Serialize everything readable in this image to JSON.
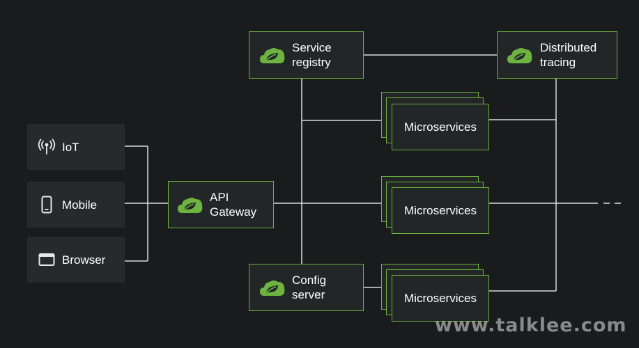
{
  "colors": {
    "background": "#191b1c",
    "accent": "#6db33f",
    "box_fill": "#222627",
    "line": "#d9d9d9",
    "text": "#ffffff"
  },
  "clients": [
    {
      "label": "IoT",
      "icon": "antenna-icon"
    },
    {
      "label": "Mobile",
      "icon": "phone-icon"
    },
    {
      "label": "Browser",
      "icon": "browser-window-icon"
    }
  ],
  "gateway": {
    "label": "API\nGateway",
    "icon": "spring-leaf-icon"
  },
  "service_registry": {
    "label": "Service\nregistry",
    "icon": "spring-leaf-icon"
  },
  "distributed_tracing": {
    "label": "Distributed\ntracing",
    "icon": "spring-leaf-icon"
  },
  "config_server": {
    "label": "Config\nserver",
    "icon": "spring-leaf-icon"
  },
  "microservices": [
    {
      "label": "Microservices"
    },
    {
      "label": "Microservices"
    },
    {
      "label": "Microservices"
    }
  ],
  "watermark": "www.talklee.com"
}
